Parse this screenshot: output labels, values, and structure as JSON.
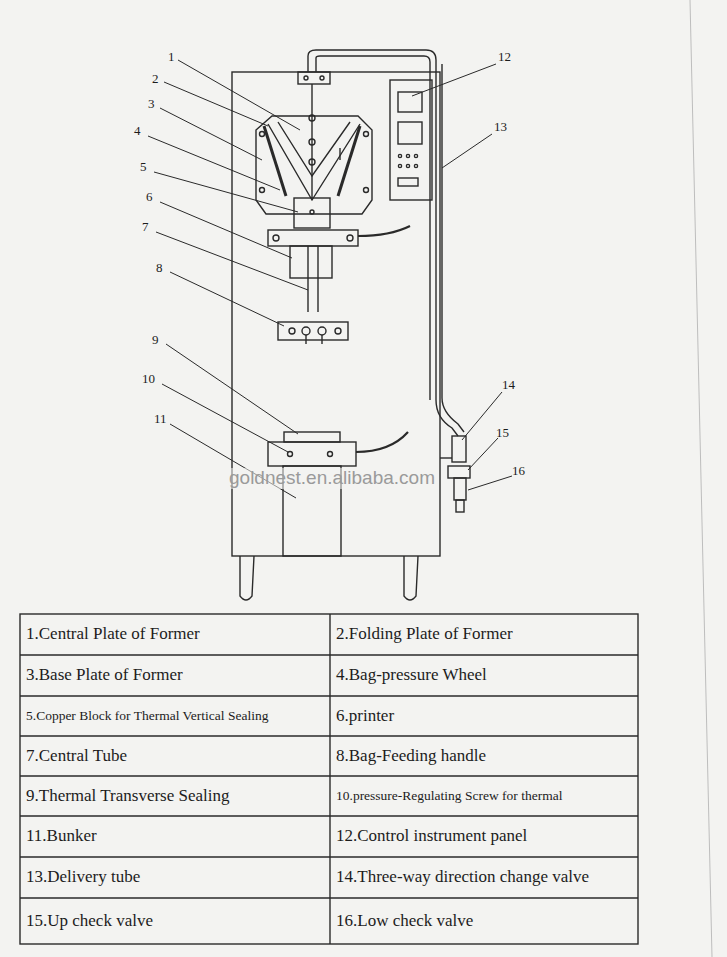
{
  "diagram": {
    "labels": [
      "1",
      "2",
      "3",
      "4",
      "5",
      "6",
      "7",
      "8",
      "9",
      "10",
      "11",
      "12",
      "13",
      "14",
      "15",
      "16",
      "goldnest.en.alibaba.com",
      "1.Central Plate of Former",
      "2.Folding Plate of Former",
      "3.Base Plate of Former",
      "4.Bag-pressure Wheel",
      "5.Copper Block for Thermal Vertical Sealing",
      "6.printer",
      "7.Central Tube",
      "8.Bag-Feeding handle",
      "9.Thermal Transverse Sealing",
      "10.pressure-Regulating Screw for thermal",
      "11.Bunker",
      "12.Control instrument panel",
      "13.Delivery tube",
      "14.Three-way direction change valve",
      "15.Up check valve",
      "16.Low check valve"
    ]
  }
}
